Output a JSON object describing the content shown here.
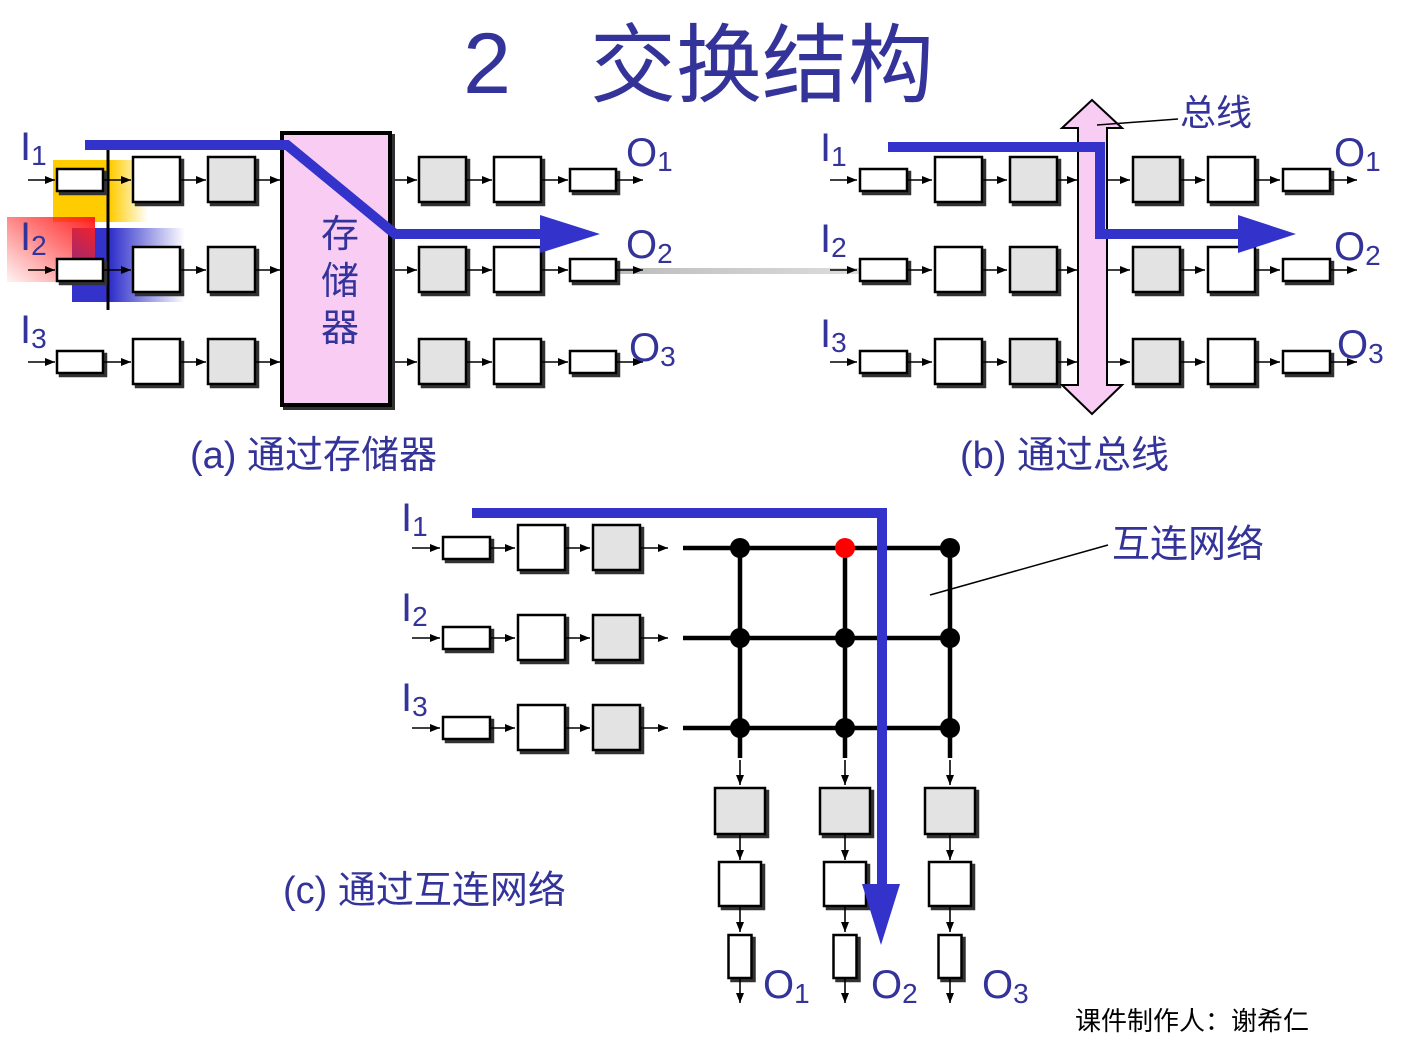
{
  "title": {
    "number": "2",
    "text": "交换结构"
  },
  "panel_a": {
    "caption": "(a) 通过存储器",
    "memory_label": [
      "存",
      "储",
      "器"
    ],
    "inputs": [
      {
        "letter": "I",
        "sub": "1"
      },
      {
        "letter": "I",
        "sub": "2"
      },
      {
        "letter": "I",
        "sub": "3"
      }
    ],
    "outputs": [
      {
        "letter": "O",
        "sub": "1"
      },
      {
        "letter": "O",
        "sub": "2"
      },
      {
        "letter": "O",
        "sub": "3"
      }
    ]
  },
  "panel_b": {
    "caption": "(b) 通过总线",
    "bus_label": "总线",
    "inputs": [
      {
        "letter": "I",
        "sub": "1"
      },
      {
        "letter": "I",
        "sub": "2"
      },
      {
        "letter": "I",
        "sub": "3"
      }
    ],
    "outputs": [
      {
        "letter": "O",
        "sub": "1"
      },
      {
        "letter": "O",
        "sub": "2"
      },
      {
        "letter": "O",
        "sub": "3"
      }
    ]
  },
  "panel_c": {
    "caption": "(c) 通过互连网络",
    "network_label": "互连网络",
    "inputs": [
      {
        "letter": "I",
        "sub": "1"
      },
      {
        "letter": "I",
        "sub": "2"
      },
      {
        "letter": "I",
        "sub": "3"
      }
    ],
    "outputs": [
      {
        "letter": "O",
        "sub": "1"
      },
      {
        "letter": "O",
        "sub": "2"
      },
      {
        "letter": "O",
        "sub": "3"
      }
    ],
    "active_crosspoint": {
      "row": 1,
      "column": 2
    }
  },
  "footer": {
    "author": "课件制作人：谢希仁"
  },
  "colors": {
    "text": "#333399",
    "route": "#3333CC",
    "memory_fill": "#F9CCF4",
    "bus_fill": "#F9CCF4",
    "processor_fill": "#E3E3E3",
    "active_crosspoint": "#FF0000",
    "highlight_yellow": "#FFCC00",
    "highlight_red": "#FF2020",
    "highlight_blue": "#3333CC"
  }
}
